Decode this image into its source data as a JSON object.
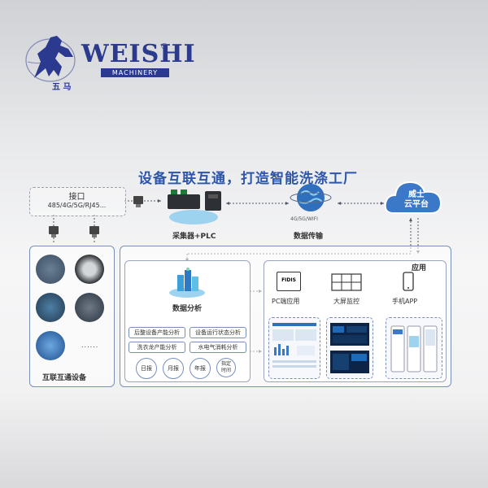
{
  "logo": {
    "brand": "WEISHI",
    "registered": "®",
    "subtitle": "MACHINERY",
    "chinese": "五 马"
  },
  "headline": "设备互联互通，打造智能洗涤工厂",
  "interface": {
    "title": "接口",
    "protocols": "485/4G/5G/RJ45..."
  },
  "collector": {
    "label": "采集器+PLC"
  },
  "transmission": {
    "label": "数据传输",
    "network": "4G/5G/WIFI"
  },
  "cloud": {
    "label_line1": "威士",
    "label_line2": "云平台"
  },
  "devices": {
    "label": "互联互通设备",
    "more": "......"
  },
  "analysis": {
    "label": "数据分析",
    "tags": [
      "后整设备产能分析",
      "设备运行状态分析",
      "洗衣龙产能分析",
      "水电气消耗分析"
    ],
    "reports": [
      "日报",
      "月报",
      "年报",
      "指定\n时间"
    ]
  },
  "applications": {
    "label": "应用",
    "monitor_brand": "FIDIS",
    "items": [
      "PC端应用",
      "大屏监控",
      "手机APP"
    ]
  },
  "colors": {
    "accent": "#2d55a8",
    "brand": "#2b3a8f",
    "cloud": "#3b78c8",
    "border": "#7890b8"
  }
}
